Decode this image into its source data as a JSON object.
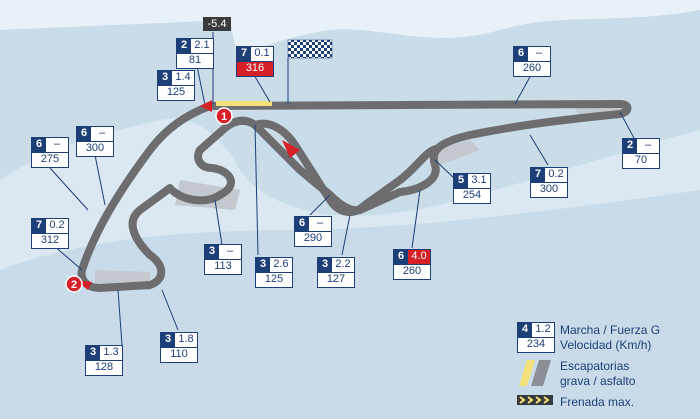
{
  "delta": "-5.4",
  "turns": [
    {
      "label": "1"
    },
    {
      "label": "2"
    }
  ],
  "boxes": [
    {
      "gear": "2",
      "g": "2.1",
      "speed": "81"
    },
    {
      "gear": "7",
      "g": "0.1",
      "speed": "316",
      "speed_red": true
    },
    {
      "gear": "3",
      "g": "1.4",
      "speed": "125"
    },
    {
      "gear": "6",
      "g": "–",
      "speed": "260"
    },
    {
      "gear": "6",
      "g": "–",
      "speed": "300"
    },
    {
      "gear": "6",
      "g": "–",
      "speed": "275"
    },
    {
      "gear": "7",
      "g": "0.2",
      "speed": "312"
    },
    {
      "gear": "3",
      "g": "1.3",
      "speed": "128"
    },
    {
      "gear": "3",
      "g": "1.8",
      "speed": "110"
    },
    {
      "gear": "3",
      "g": "–",
      "speed": "113"
    },
    {
      "gear": "3",
      "g": "2.6",
      "speed": "125"
    },
    {
      "gear": "6",
      "g": "–",
      "speed": "290"
    },
    {
      "gear": "3",
      "g": "2.2",
      "speed": "127"
    },
    {
      "gear": "6",
      "g": "4.0",
      "speed": "260",
      "g_red": true
    },
    {
      "gear": "5",
      "g": "3.1",
      "speed": "254"
    },
    {
      "gear": "7",
      "g": "0.2",
      "speed": "300"
    },
    {
      "gear": "2",
      "g": "–",
      "speed": "70"
    }
  ],
  "legend": {
    "sample": {
      "gear": "4",
      "g": "1.2",
      "speed": "234"
    },
    "gear_g_label": "Marcha / Fuerza G",
    "speed_label": "Velocidad (Km/h)",
    "runoff_line1": "Escapatorias",
    "runoff_line2": "grava / asfalto",
    "braking_label": "Frenada max."
  },
  "colors": {
    "sea": "#c9dce8",
    "land": "#e8f1f7",
    "track": "#6d6d70",
    "navy": "#1d3f78",
    "red": "#d62027",
    "yellow": "#f3e27a"
  }
}
